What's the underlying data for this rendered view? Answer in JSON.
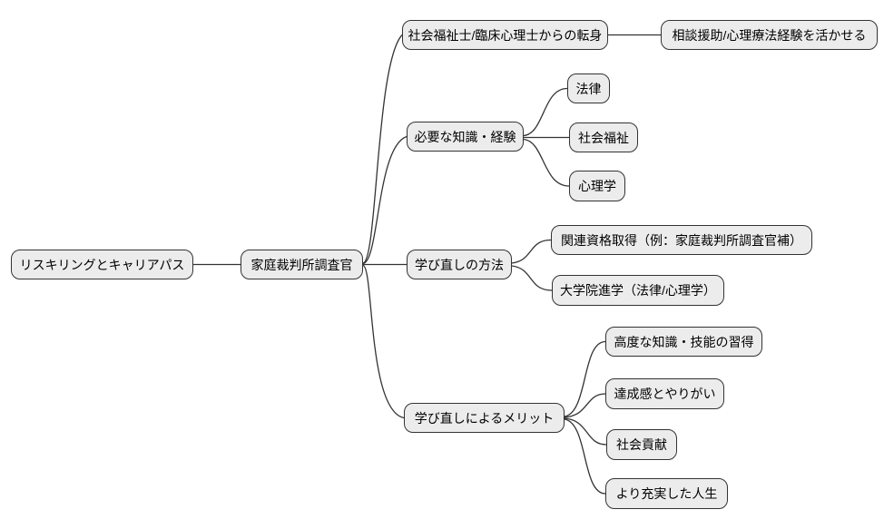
{
  "diagram": {
    "type": "mindmap",
    "direction": "left-to-right",
    "colors": {
      "node_fill": "#ececec",
      "node_border": "#333333",
      "edge": "#333333",
      "background": "#ffffff",
      "text": "#000000"
    },
    "nodes": [
      {
        "id": "root",
        "label": "リスキリングとキャリアパス",
        "parent": null
      },
      {
        "id": "career",
        "label": "家庭裁判所調査官",
        "parent": "root"
      },
      {
        "id": "tenshin",
        "label": "社会福祉士/臨床心理士からの転身",
        "parent": "career"
      },
      {
        "id": "ikaseru",
        "label": "相談援助/心理療法経験を活かせる",
        "parent": "tenshin"
      },
      {
        "id": "chishiki",
        "label": "必要な知識・経験",
        "parent": "career"
      },
      {
        "id": "law",
        "label": "法律",
        "parent": "chishiki"
      },
      {
        "id": "fukushi",
        "label": "社会福祉",
        "parent": "chishiki"
      },
      {
        "id": "shinri",
        "label": "心理学",
        "parent": "chishiki"
      },
      {
        "id": "houhou",
        "label": "学び直しの方法",
        "parent": "career"
      },
      {
        "id": "shikaku",
        "label": "関連資格取得（例：家庭裁判所調査官補）",
        "parent": "houhou"
      },
      {
        "id": "daigakuin",
        "label": "大学院進学（法律/心理学）",
        "parent": "houhou"
      },
      {
        "id": "merit",
        "label": "学び直しによるメリット",
        "parent": "career"
      },
      {
        "id": "koudo",
        "label": "高度な知識・技能の習得",
        "parent": "merit"
      },
      {
        "id": "tassei",
        "label": "達成感とやりがい",
        "parent": "merit"
      },
      {
        "id": "kouken",
        "label": "社会貢献",
        "parent": "merit"
      },
      {
        "id": "jinsei",
        "label": "より充実した人生",
        "parent": "merit"
      }
    ]
  }
}
